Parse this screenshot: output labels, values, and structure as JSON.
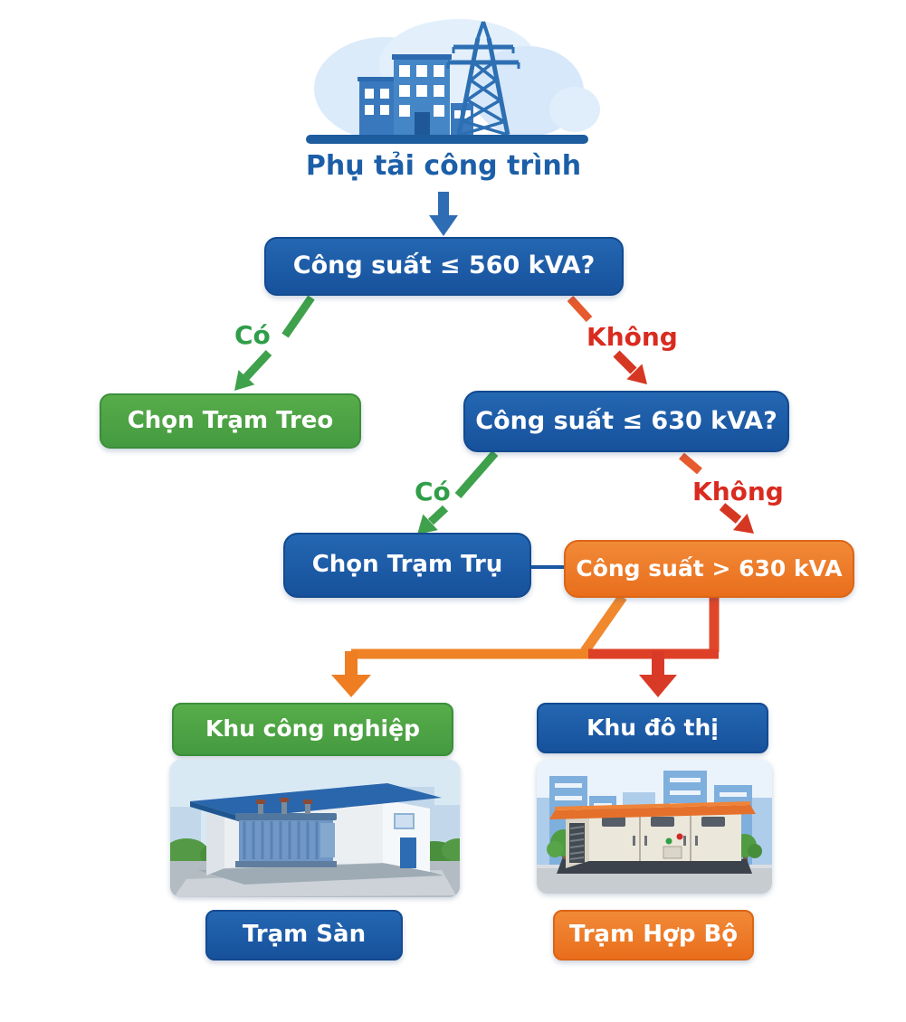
{
  "title": "Phụ tải công trình",
  "nodes": {
    "q1": "Công suất ≤ 560 kVA?",
    "treo": "Chọn Trạm Treo",
    "q2": "Công suất ≤ 630 kVA?",
    "tru": "Chọn Trạm Trụ",
    "gt630": "Công suất > 630 kVA",
    "industrial": "Khu công nghiệp",
    "urban": "Khu đô thị",
    "floor_station": "Trạm Sàn",
    "compact_station": "Trạm Hợp Bộ"
  },
  "edges": {
    "yes1": "Có",
    "no1": "Không",
    "yes2": "Có",
    "no2": "Không"
  },
  "colors": {
    "blue": "#1a57a3",
    "green": "#4aa444",
    "orange": "#ed7423",
    "red": "#d93a28",
    "title_blue": "#1c5fa8",
    "cloud_blue": "#dcebfa"
  }
}
